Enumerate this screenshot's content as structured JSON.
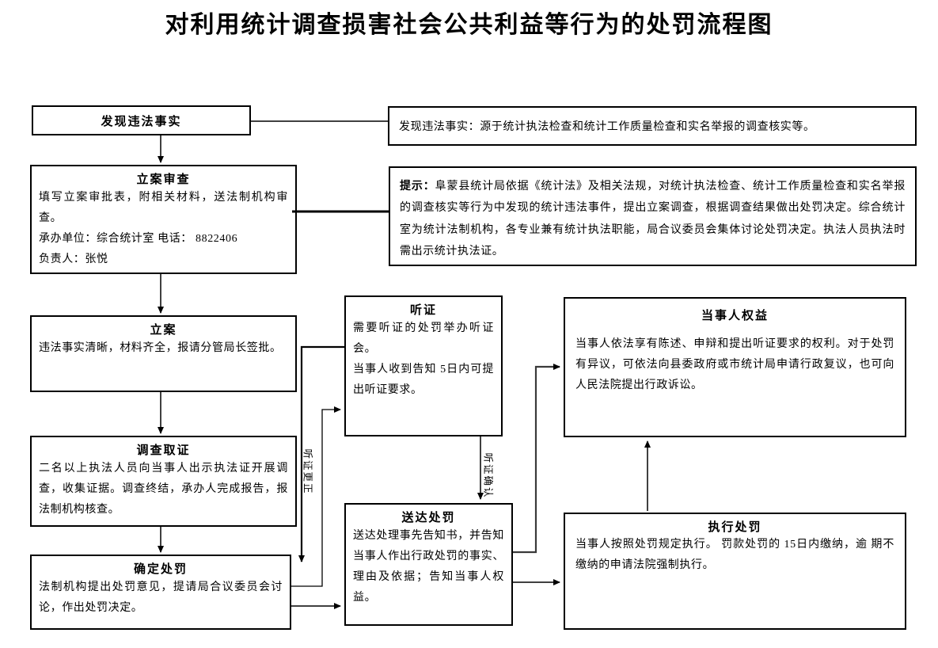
{
  "title": "对利用统计调查损害社会公共利益等行为的处罚流程图",
  "boxes": {
    "discover": {
      "title": "发现违法事实"
    },
    "discover_note": {
      "text": "发现违法事实：源于统计执法检查和统计工作质量检查和实名举报的调查核实等。"
    },
    "case_review": {
      "title": "立案审查",
      "line1": "填写立案审批表，附相关材料，送法制机构审查。",
      "line2": "承办单位：综合统计室  电话： 8822406",
      "line3": "负责人：张悦"
    },
    "tip": {
      "label": "提示：",
      "text": "阜蒙县统计局依据《统计法》及相关法规，对统计执法检查、统计工作质量检查和实名举报的调查核实等行为中发现的统计违法事件，提出立案调查，根据调查结果做出处罚决定。综合统计室为统计法制机构，各专业兼有统计执法职能，局合议委员会集体讨论处罚决定。执法人员执法时需出示统计执法证。"
    },
    "file_case": {
      "title": "立案",
      "text": "违法事实清晰，材料齐全，报请分管局长签批。"
    },
    "hearing": {
      "title": "听证",
      "line1": "需要听证的处罚举办听证会。",
      "line2": "当事人收到告知 5日内可提出听证要求。"
    },
    "rights": {
      "title": "当事人权益",
      "text": "当事人依法享有陈述、申辩和提出听证要求的权利。对于处罚有异议，可依法向县委政府或市统计局申请行政复议，也可向人民法院提出行政诉讼。"
    },
    "investigate": {
      "title": "调查取证",
      "text": "二名以上执法人员向当事人出示执法证开展调查，收集证据。调查终结，承办人完成报告，报法制机构核查。"
    },
    "determine": {
      "title": "确定处罚",
      "text": "法制机构提出处罚意见，提请局合议委员会讨论，作出处罚决定。"
    },
    "deliver": {
      "title": "送达处罚",
      "text": "送达处理事先告知书，并告知当事人作出行政处罚的事实、理由及依据；告知当事人权益。"
    },
    "execute": {
      "title": "执行处罚",
      "text": "当事人按照处罚规定执行。 罚款处罚的 15日内缴纳，逾 期不缴纳的申请法院强制执行。"
    }
  },
  "edge_labels": {
    "hearing_correction": "听证更正",
    "hearing_confirmation": "听证确认"
  },
  "colors": {
    "line": "#000000",
    "border": "#000000",
    "background": "#ffffff"
  }
}
